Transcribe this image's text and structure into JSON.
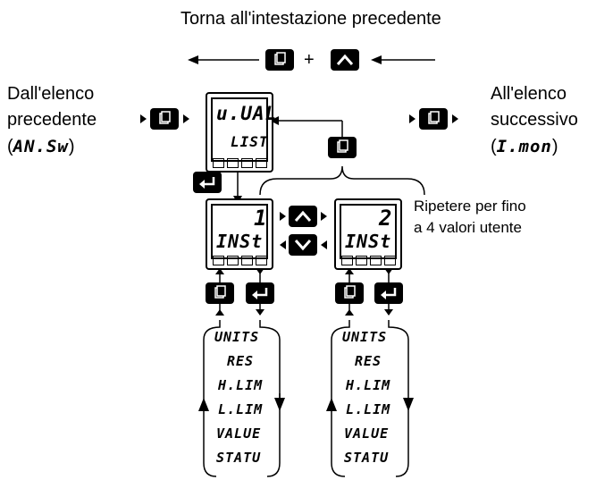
{
  "header": {
    "title": "Torna all'intestazione precedente",
    "plus": "+"
  },
  "left": {
    "line1": "Dall'elenco",
    "line2": "precedente",
    "paren_open": "(",
    "code": "AN.Sw",
    "paren_close": ")"
  },
  "right": {
    "line1": "All'elenco",
    "line2": "successivo",
    "paren_open": "(",
    "code": "I.mon",
    "paren_close": ")"
  },
  "display_main": {
    "top": "u.UAL",
    "bottom": "LIST"
  },
  "display_inst1": {
    "top": "1",
    "bottom": "INSt"
  },
  "display_inst2": {
    "top": "2",
    "bottom": "INSt"
  },
  "repeat_note": {
    "line1": "Ripetere per fino",
    "line2": "a 4 valori utente"
  },
  "list1": [
    "UNITS",
    "RES",
    "H.LIM",
    "L.LIM",
    "VALUE",
    "STATU"
  ],
  "list2": [
    "UNITS",
    "RES",
    "H.LIM",
    "L.LIM",
    "VALUE",
    "STATU"
  ],
  "icons": [
    "page-key-icon",
    "up-key-icon",
    "down-key-icon",
    "enter-key-icon"
  ]
}
